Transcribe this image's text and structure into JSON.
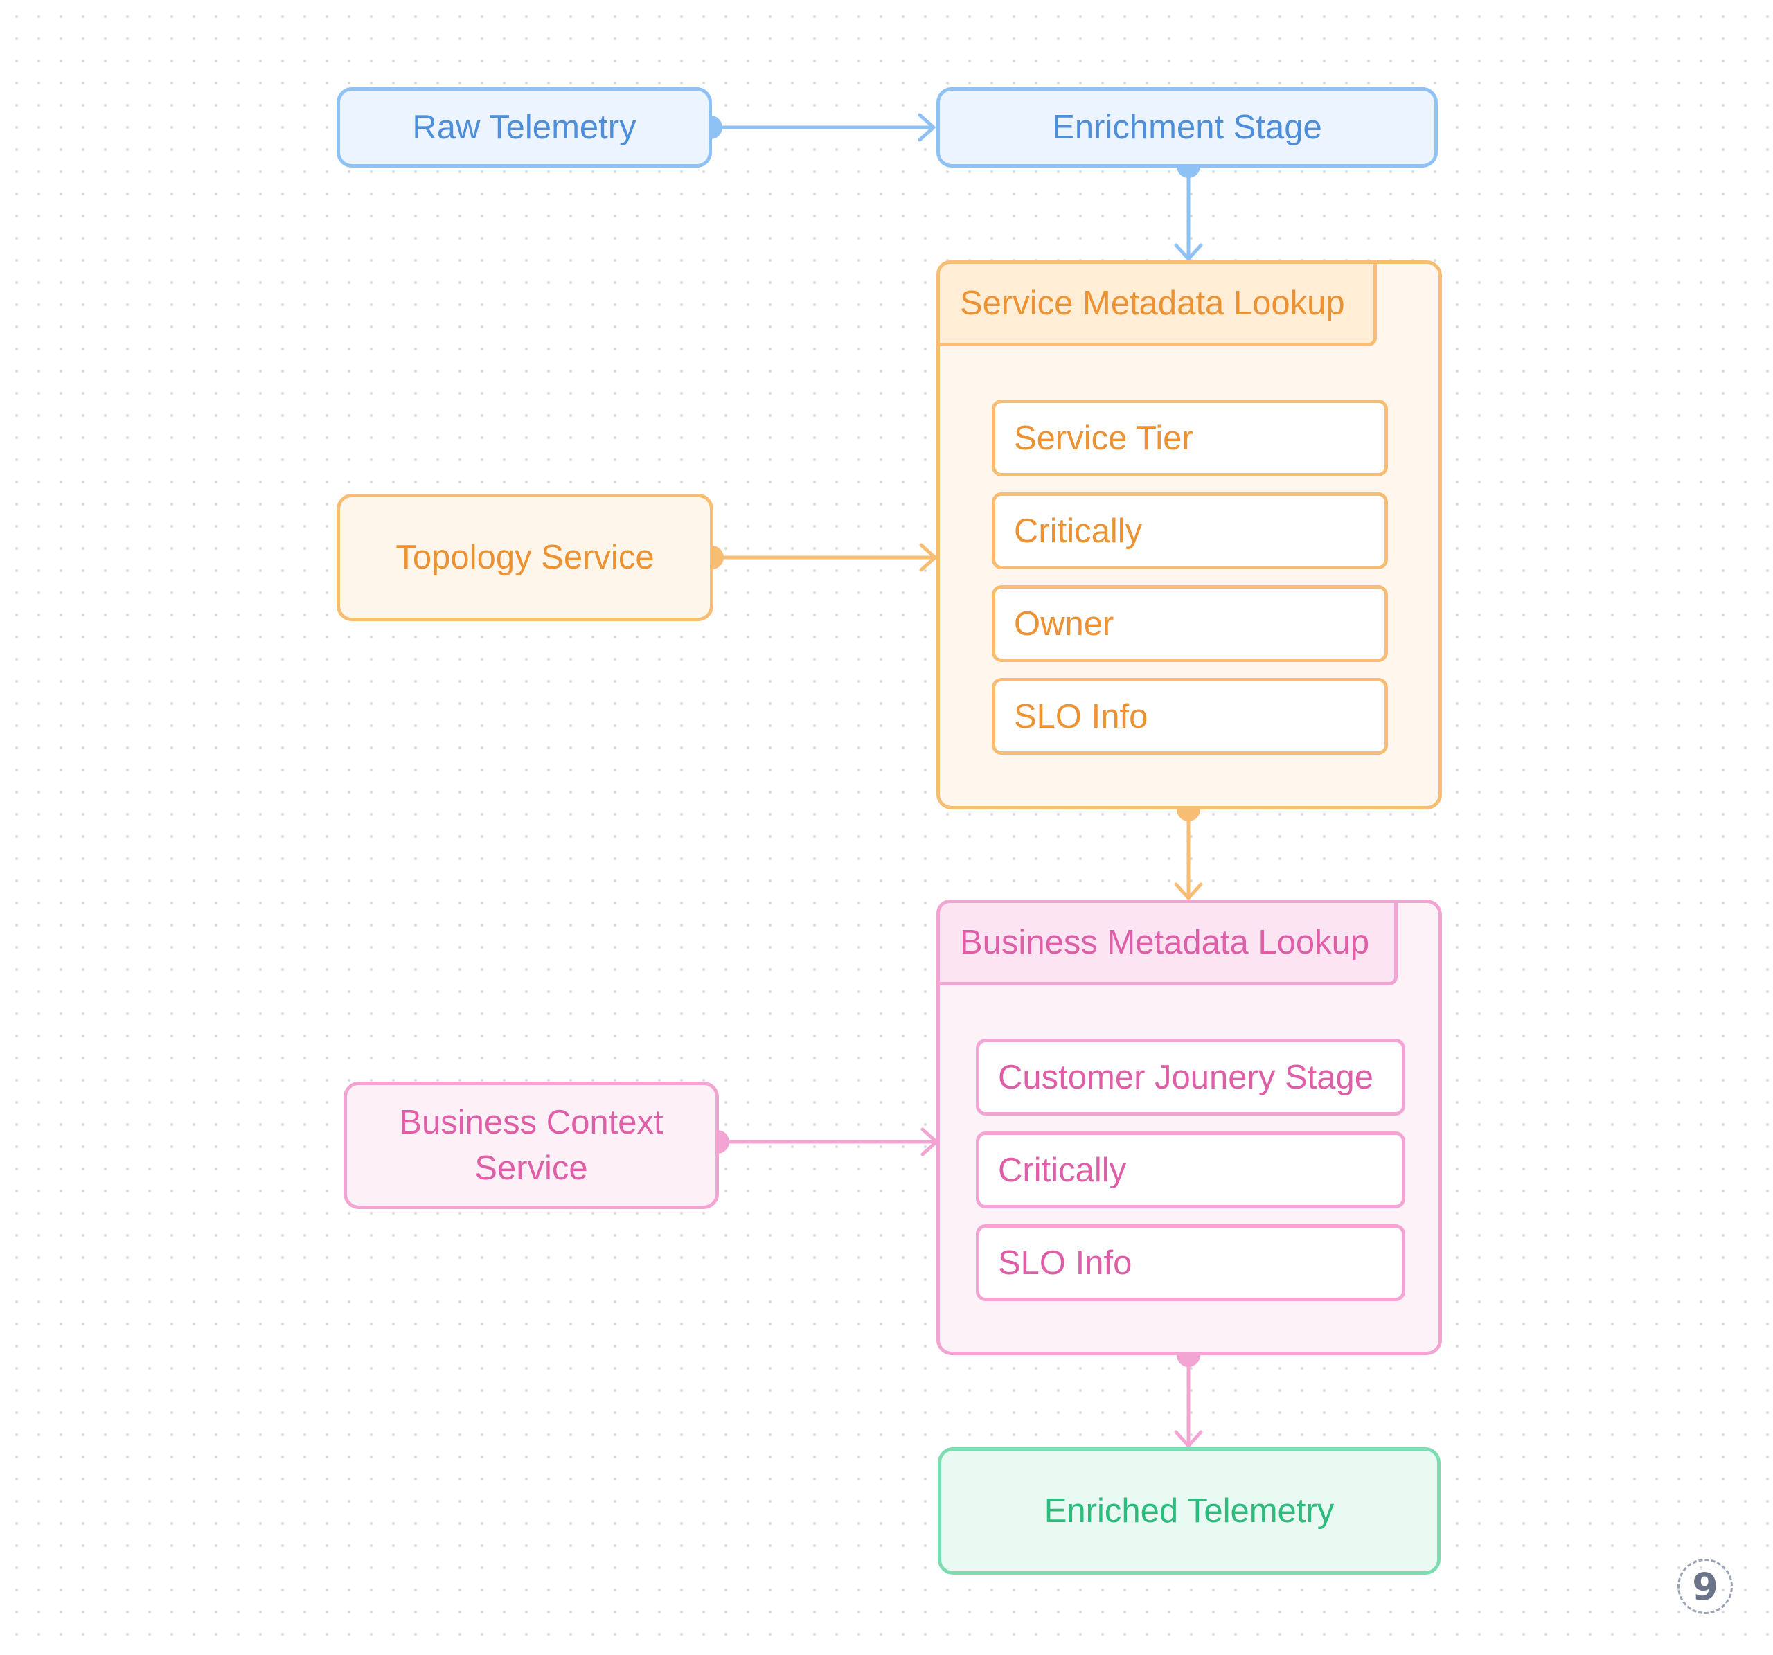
{
  "colors": {
    "blue": "#8ec1f4",
    "orange": "#f7bd72",
    "pink": "#f2a5d2",
    "green": "#7edcb3"
  },
  "nodes": {
    "raw_telemetry": "Raw Telemetry",
    "enrichment_stage": "Enrichment Stage",
    "topology_service": "Topology Service",
    "business_context_service": "Business Context Service",
    "enriched_telemetry": "Enriched Telemetry"
  },
  "service_metadata": {
    "title": "Service Metadata Lookup",
    "items": [
      "Service Tier",
      "Critically",
      "Owner",
      "SLO Info"
    ]
  },
  "business_metadata": {
    "title": "Business Metadata Lookup",
    "items": [
      "Customer Jounery Stage",
      "Critically",
      "SLO Info"
    ]
  },
  "badge": "9"
}
